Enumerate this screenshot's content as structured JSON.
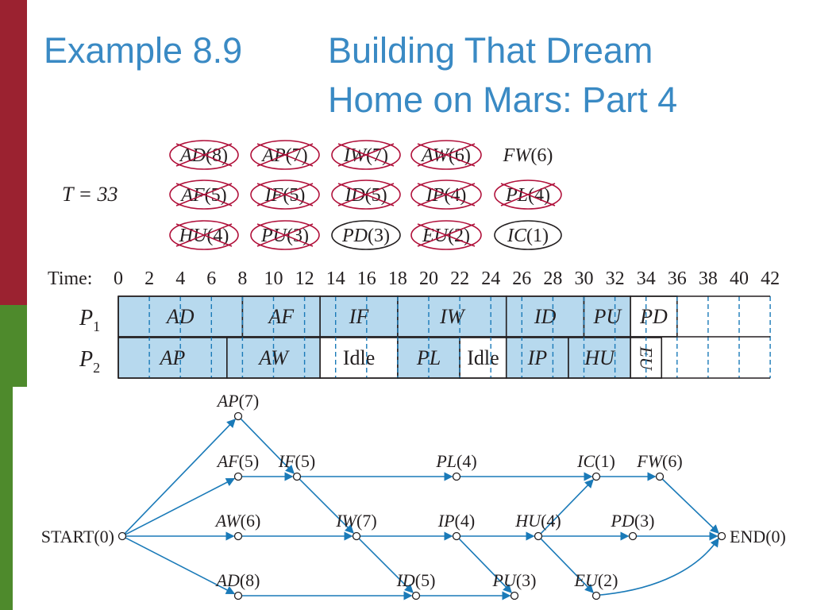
{
  "slide": {
    "colors": {
      "title": "#3a8ac4",
      "bar_red": "#9b2230",
      "bar_green": "#4e8a2c",
      "cell_fill": "#b7d9ee",
      "arrow": "#1a7ab8",
      "cross": "#b0103a"
    },
    "title_example": "Example 8.9",
    "title_line1": "Building That Dream",
    "title_line2": "Home on Mars: Part 4"
  },
  "task_list": {
    "time_label": "T = 33",
    "rows": [
      [
        {
          "name": "AD",
          "time": "(8)",
          "crossed": true
        },
        {
          "name": "AP",
          "time": "(7)",
          "crossed": true
        },
        {
          "name": "IW",
          "time": "(7)",
          "crossed": true
        },
        {
          "name": "AW",
          "time": "(6)",
          "crossed": true
        },
        {
          "name": "FW",
          "time": "(6)",
          "crossed": false,
          "circled": false
        }
      ],
      [
        {
          "name": "AF",
          "time": "(5)",
          "crossed": true
        },
        {
          "name": "IF",
          "time": "(5)",
          "crossed": true
        },
        {
          "name": "ID",
          "time": "(5)",
          "crossed": true
        },
        {
          "name": "IP",
          "time": "(4)",
          "crossed": true
        },
        {
          "name": "PL",
          "time": "(4)",
          "crossed": true
        }
      ],
      [
        {
          "name": "HU",
          "time": "(4)",
          "crossed": true
        },
        {
          "name": "PU",
          "time": "(3)",
          "crossed": true
        },
        {
          "name": "PD",
          "time": "(3)",
          "crossed": false,
          "circled": true
        },
        {
          "name": "EU",
          "time": "(2)",
          "crossed": true
        },
        {
          "name": "IC",
          "time": "(1)",
          "crossed": false,
          "circled": true
        }
      ]
    ]
  },
  "schedule": {
    "time_label": "Time:",
    "ticks": [
      "0",
      "2",
      "4",
      "6",
      "8",
      "10",
      "12",
      "14",
      "16",
      "18",
      "20",
      "22",
      "24",
      "26",
      "28",
      "30",
      "32",
      "34",
      "36",
      "38",
      "40",
      "42"
    ],
    "processors": [
      {
        "name": "P",
        "sub": "1",
        "cells": [
          {
            "label": "AD",
            "start": 0,
            "end": 8,
            "filled": true,
            "italic": true
          },
          {
            "label": "AF",
            "start": 8,
            "end": 13,
            "filled": true,
            "italic": true
          },
          {
            "label": "IF",
            "start": 13,
            "end": 18,
            "filled": true,
            "italic": true
          },
          {
            "label": "IW",
            "start": 18,
            "end": 25,
            "filled": true,
            "italic": true
          },
          {
            "label": "ID",
            "start": 25,
            "end": 30,
            "filled": true,
            "italic": true
          },
          {
            "label": "PU",
            "start": 30,
            "end": 33,
            "filled": true,
            "italic": true
          },
          {
            "label": "PD",
            "start": 33,
            "end": 36,
            "filled": false,
            "italic": true
          }
        ]
      },
      {
        "name": "P",
        "sub": "2",
        "cells": [
          {
            "label": "AP",
            "start": 0,
            "end": 7,
            "filled": true,
            "italic": true
          },
          {
            "label": "AW",
            "start": 7,
            "end": 13,
            "filled": true,
            "italic": true
          },
          {
            "label": "Idle",
            "start": 13,
            "end": 18,
            "filled": false,
            "italic": false
          },
          {
            "label": "PL",
            "start": 18,
            "end": 22,
            "filled": true,
            "italic": true
          },
          {
            "label": "Idle",
            "start": 22,
            "end": 25,
            "filled": false,
            "italic": false
          },
          {
            "label": "IP",
            "start": 25,
            "end": 29,
            "filled": true,
            "italic": true
          },
          {
            "label": "HU",
            "start": 29,
            "end": 33,
            "filled": true,
            "italic": true
          },
          {
            "label": "EU",
            "start": 33,
            "end": 35,
            "filled": false,
            "italic": true,
            "vertical": true
          }
        ]
      }
    ]
  },
  "digraph": {
    "nodes": [
      {
        "id": "START",
        "name": "START",
        "time": "(0)",
        "italic": false
      },
      {
        "id": "AP",
        "name": "AP",
        "time": "(7)",
        "italic": true
      },
      {
        "id": "AF",
        "name": "AF",
        "time": "(5)",
        "italic": true
      },
      {
        "id": "AW",
        "name": "AW",
        "time": "(6)",
        "italic": true
      },
      {
        "id": "AD",
        "name": "AD",
        "time": "(8)",
        "italic": true
      },
      {
        "id": "IF",
        "name": "IF",
        "time": "(5)",
        "italic": true
      },
      {
        "id": "PL",
        "name": "PL",
        "time": "(4)",
        "italic": true
      },
      {
        "id": "IW",
        "name": "IW",
        "time": "(7)",
        "italic": true
      },
      {
        "id": "IP",
        "name": "IP",
        "time": "(4)",
        "italic": true
      },
      {
        "id": "HU",
        "name": "HU",
        "time": "(4)",
        "italic": true
      },
      {
        "id": "ID",
        "name": "ID",
        "time": "(5)",
        "italic": true
      },
      {
        "id": "PU",
        "name": "PU",
        "time": "(3)",
        "italic": true
      },
      {
        "id": "IC",
        "name": "IC",
        "time": "(1)",
        "italic": true
      },
      {
        "id": "FW",
        "name": "FW",
        "time": "(6)",
        "italic": true
      },
      {
        "id": "PD",
        "name": "PD",
        "time": "(3)",
        "italic": true
      },
      {
        "id": "EU",
        "name": "EU",
        "time": "(2)",
        "italic": true
      },
      {
        "id": "END",
        "name": "END",
        "time": "(0)",
        "italic": false
      }
    ],
    "edges": [
      [
        "START",
        "AP"
      ],
      [
        "START",
        "AF"
      ],
      [
        "START",
        "AW"
      ],
      [
        "START",
        "AD"
      ],
      [
        "AP",
        "IF"
      ],
      [
        "AF",
        "IF"
      ],
      [
        "AW",
        "IW"
      ],
      [
        "AD",
        "ID"
      ],
      [
        "IF",
        "PL"
      ],
      [
        "IF",
        "IW"
      ],
      [
        "PL",
        "IC"
      ],
      [
        "IC",
        "FW"
      ],
      [
        "FW",
        "END"
      ],
      [
        "IW",
        "IP"
      ],
      [
        "IW",
        "ID"
      ],
      [
        "IP",
        "HU"
      ],
      [
        "IP",
        "PU"
      ],
      [
        "HU",
        "IC"
      ],
      [
        "HU",
        "PD"
      ],
      [
        "HU",
        "EU"
      ],
      [
        "PD",
        "END"
      ],
      [
        "EU",
        "END"
      ],
      [
        "ID",
        "PU"
      ]
    ]
  }
}
